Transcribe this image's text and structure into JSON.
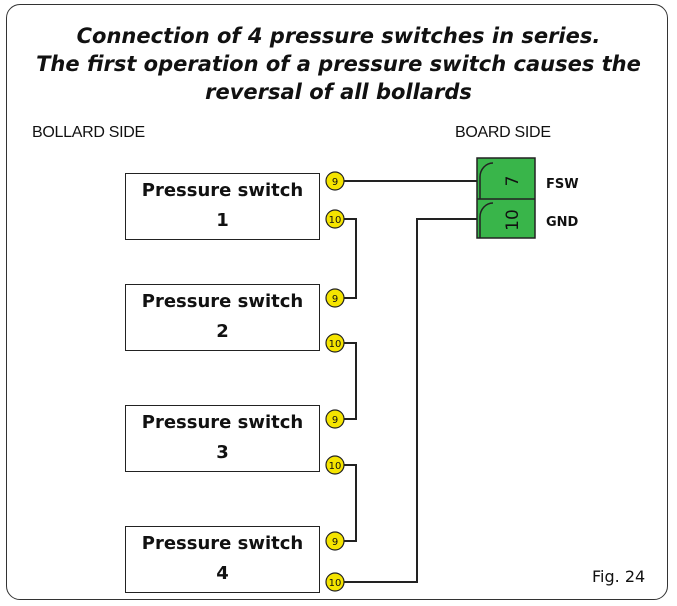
{
  "title": {
    "line1": "Connection of 4 pressure switches in series.",
    "line2": "The first operation of a pressure switch causes the",
    "line3": "reversal of all bollards"
  },
  "labels": {
    "bollard_side": "BOLLARD SIDE",
    "board_side": "BOARD SIDE"
  },
  "switches": [
    {
      "name": "Pressure switch",
      "number": "1",
      "pin_a": "9",
      "pin_b": "10"
    },
    {
      "name": "Pressure switch",
      "number": "2",
      "pin_a": "9",
      "pin_b": "10"
    },
    {
      "name": "Pressure switch",
      "number": "3",
      "pin_a": "9",
      "pin_b": "10"
    },
    {
      "name": "Pressure switch",
      "number": "4",
      "pin_a": "9",
      "pin_b": "10"
    }
  ],
  "board": {
    "terminals": [
      {
        "number": "7",
        "label": "FSW"
      },
      {
        "number": "10",
        "label": "GND"
      }
    ]
  },
  "figure_label": "Fig. 24",
  "colors": {
    "terminal_green": "#39b54a",
    "pin_yellow": "#f5e400",
    "line": "#222222"
  }
}
